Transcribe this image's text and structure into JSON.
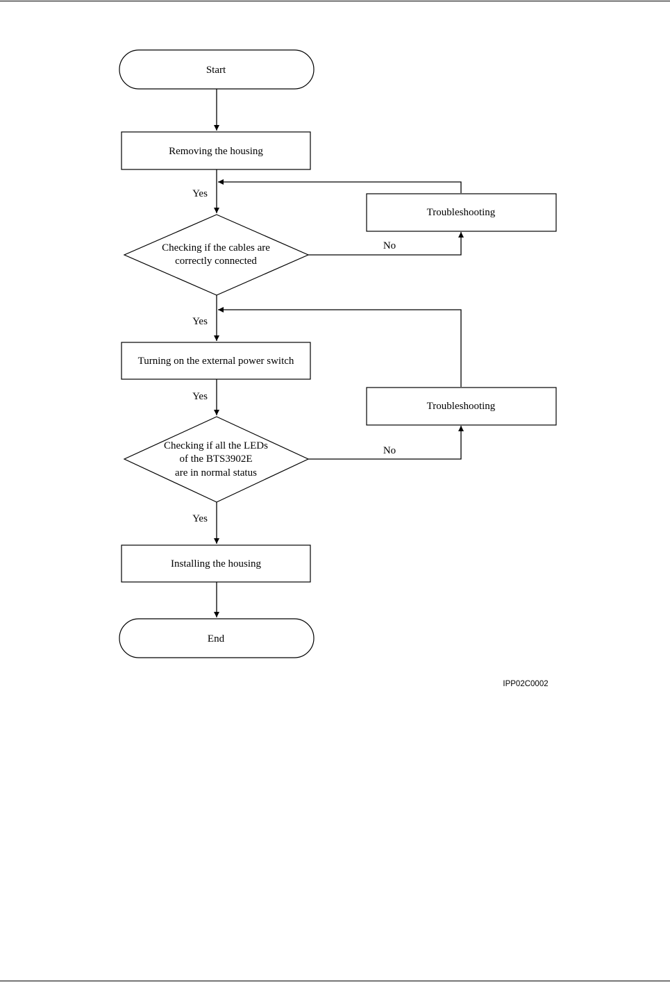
{
  "flowchart": {
    "start": "Start",
    "remove_housing": "Removing the housing",
    "check_cables": [
      "Checking if the cables are",
      "correctly connected"
    ],
    "troubleshooting_1": "Troubleshooting",
    "power_switch": "Turning on the external power switch",
    "check_leds": [
      "Checking if all the LEDs",
      "of the BTS3902E",
      "are in normal status"
    ],
    "troubleshooting_2": "Troubleshooting",
    "install_housing": "Installing the housing",
    "end": "End",
    "yes_1": "Yes",
    "no_1": "No",
    "yes_2": "Yes",
    "yes_3": "Yes",
    "no_2": "No"
  },
  "figure_code": "IPP02C0002"
}
